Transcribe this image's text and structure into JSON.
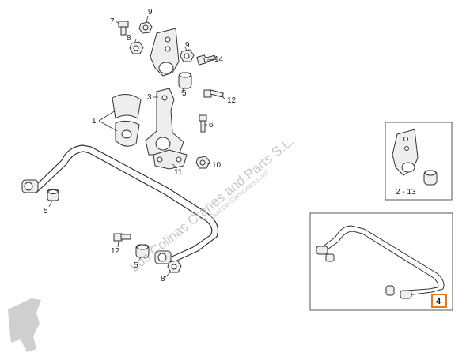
{
  "callouts": {
    "c7": "7",
    "c9a": "9",
    "c8a": "8",
    "c9b": "9",
    "c14": "14",
    "c5a": "5",
    "c3": "3",
    "c12a": "12",
    "c1": "1",
    "c6": "6",
    "c11": "11",
    "c10": "10",
    "c5b": "5",
    "c12b": "12",
    "c5c": "5",
    "c8b": "8"
  },
  "inset_top": {
    "label": "2 - 13"
  },
  "inset_bottom": {
    "selected_label": "4",
    "highlight_color": "#e07a1f"
  },
  "watermark": {
    "main": "Los Colinas Cranes and Parts S.L.",
    "sub": "Europa-Camiones.com"
  },
  "colors": {
    "part_fill": "#eeeeee",
    "part_stroke": "#333333",
    "inset_border": "#555555"
  }
}
